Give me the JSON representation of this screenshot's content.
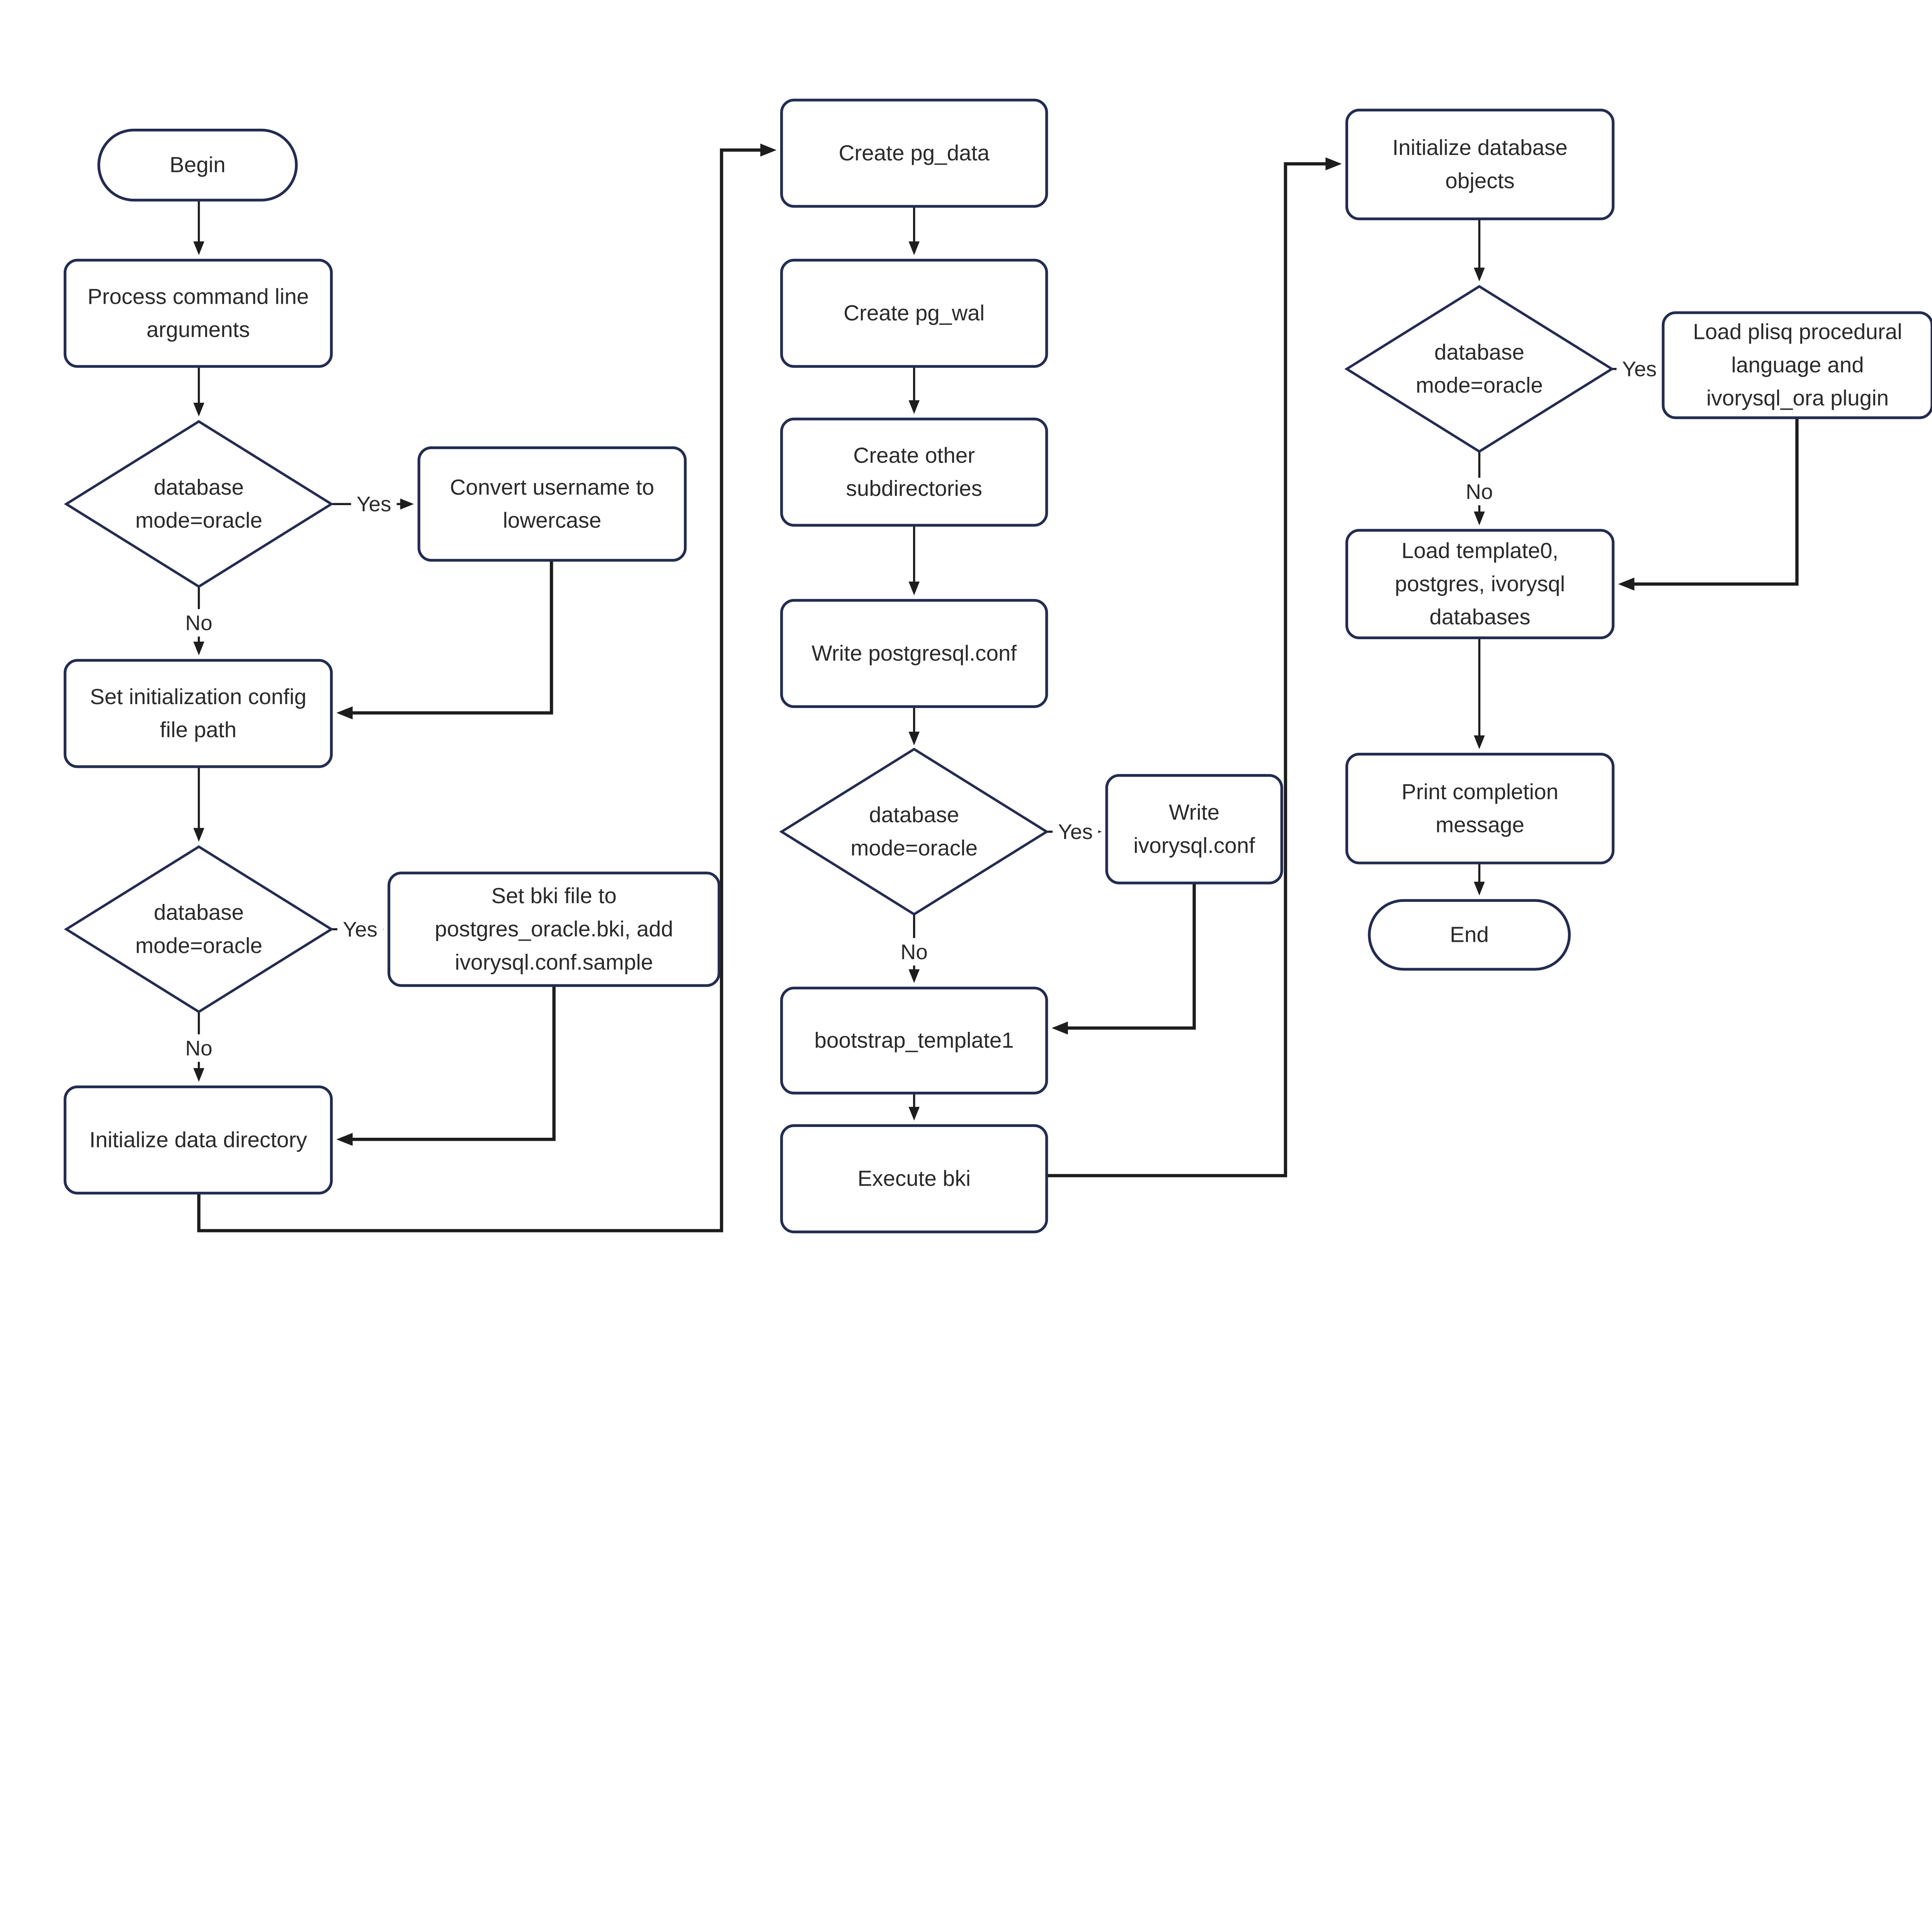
{
  "page": {
    "background": "#ffffff"
  },
  "colors": {
    "node_border": "#232c50",
    "node_fill": "#ffffff",
    "edge_line": "#1d1d1d",
    "text": "#2a2a2a",
    "label_bg": "#ffffff"
  },
  "flowchart": {
    "type": "flowchart",
    "nodes": [
      {
        "id": "begin",
        "type": "terminator",
        "lines": [
          "Begin"
        ]
      },
      {
        "id": "process_args",
        "type": "process",
        "lines": [
          "Process command line",
          "arguments"
        ]
      },
      {
        "id": "dec1",
        "type": "decision",
        "lines": [
          "database",
          "mode=oracle"
        ]
      },
      {
        "id": "convert_username",
        "type": "process",
        "lines": [
          "Convert username to",
          "lowercase"
        ]
      },
      {
        "id": "set_config_path",
        "type": "process",
        "lines": [
          "Set initialization config",
          "file path"
        ]
      },
      {
        "id": "dec2",
        "type": "decision",
        "lines": [
          "database",
          "mode=oracle"
        ]
      },
      {
        "id": "set_bki",
        "type": "process",
        "lines": [
          "Set bki file to",
          "postgres_oracle.bki, add",
          "ivorysql.conf.sample"
        ]
      },
      {
        "id": "init_data_dir",
        "type": "process",
        "lines": [
          "Initialize data directory"
        ]
      },
      {
        "id": "create_pg_data",
        "type": "process",
        "lines": [
          "Create pg_data"
        ]
      },
      {
        "id": "create_pg_wal",
        "type": "process",
        "lines": [
          "Create pg_wal"
        ]
      },
      {
        "id": "create_other",
        "type": "process",
        "lines": [
          "Create other",
          "subdirectories"
        ]
      },
      {
        "id": "write_postgresql",
        "type": "process",
        "lines": [
          "Write postgresql.conf"
        ]
      },
      {
        "id": "dec3",
        "type": "decision",
        "lines": [
          "database",
          "mode=oracle"
        ]
      },
      {
        "id": "write_ivorysql",
        "type": "process",
        "lines": [
          "Write",
          "ivorysql.conf"
        ]
      },
      {
        "id": "bootstrap",
        "type": "process",
        "lines": [
          "bootstrap_template1"
        ]
      },
      {
        "id": "execute_bki",
        "type": "process",
        "lines": [
          "Execute bki"
        ]
      },
      {
        "id": "init_db_objects",
        "type": "process",
        "lines": [
          "Initialize database",
          "objects"
        ]
      },
      {
        "id": "dec4",
        "type": "decision",
        "lines": [
          "database",
          "mode=oracle"
        ]
      },
      {
        "id": "load_plisq",
        "type": "process",
        "lines": [
          "Load plisq procedural",
          "language and",
          "ivorysql_ora plugin"
        ]
      },
      {
        "id": "load_template0",
        "type": "process",
        "lines": [
          "Load template0,",
          "postgres, ivorysql",
          "databases"
        ]
      },
      {
        "id": "print_msg",
        "type": "process",
        "lines": [
          "Print completion",
          "message"
        ]
      },
      {
        "id": "end",
        "type": "terminator",
        "lines": [
          "End"
        ]
      }
    ],
    "edges": [
      {
        "from": "begin",
        "to": "process_args",
        "label": ""
      },
      {
        "from": "process_args",
        "to": "dec1",
        "label": ""
      },
      {
        "from": "dec1",
        "to": "convert_username",
        "label": "Yes"
      },
      {
        "from": "dec1",
        "to": "set_config_path",
        "label": "No"
      },
      {
        "from": "convert_username",
        "to": "set_config_path",
        "label": ""
      },
      {
        "from": "set_config_path",
        "to": "dec2",
        "label": ""
      },
      {
        "from": "dec2",
        "to": "set_bki",
        "label": "Yes"
      },
      {
        "from": "dec2",
        "to": "init_data_dir",
        "label": "No"
      },
      {
        "from": "set_bki",
        "to": "init_data_dir",
        "label": ""
      },
      {
        "from": "init_data_dir",
        "to": "create_pg_data",
        "label": ""
      },
      {
        "from": "create_pg_data",
        "to": "create_pg_wal",
        "label": ""
      },
      {
        "from": "create_pg_wal",
        "to": "create_other",
        "label": ""
      },
      {
        "from": "create_other",
        "to": "write_postgresql",
        "label": ""
      },
      {
        "from": "write_postgresql",
        "to": "dec3",
        "label": ""
      },
      {
        "from": "dec3",
        "to": "write_ivorysql",
        "label": "Yes"
      },
      {
        "from": "dec3",
        "to": "bootstrap",
        "label": "No"
      },
      {
        "from": "write_ivorysql",
        "to": "bootstrap",
        "label": ""
      },
      {
        "from": "bootstrap",
        "to": "execute_bki",
        "label": ""
      },
      {
        "from": "execute_bki",
        "to": "init_db_objects",
        "label": ""
      },
      {
        "from": "init_db_objects",
        "to": "dec4",
        "label": ""
      },
      {
        "from": "dec4",
        "to": "load_plisq",
        "label": "Yes"
      },
      {
        "from": "dec4",
        "to": "load_template0",
        "label": "No"
      },
      {
        "from": "load_plisq",
        "to": "load_template0",
        "label": ""
      },
      {
        "from": "load_template0",
        "to": "print_msg",
        "label": ""
      },
      {
        "from": "print_msg",
        "to": "end",
        "label": ""
      }
    ]
  }
}
